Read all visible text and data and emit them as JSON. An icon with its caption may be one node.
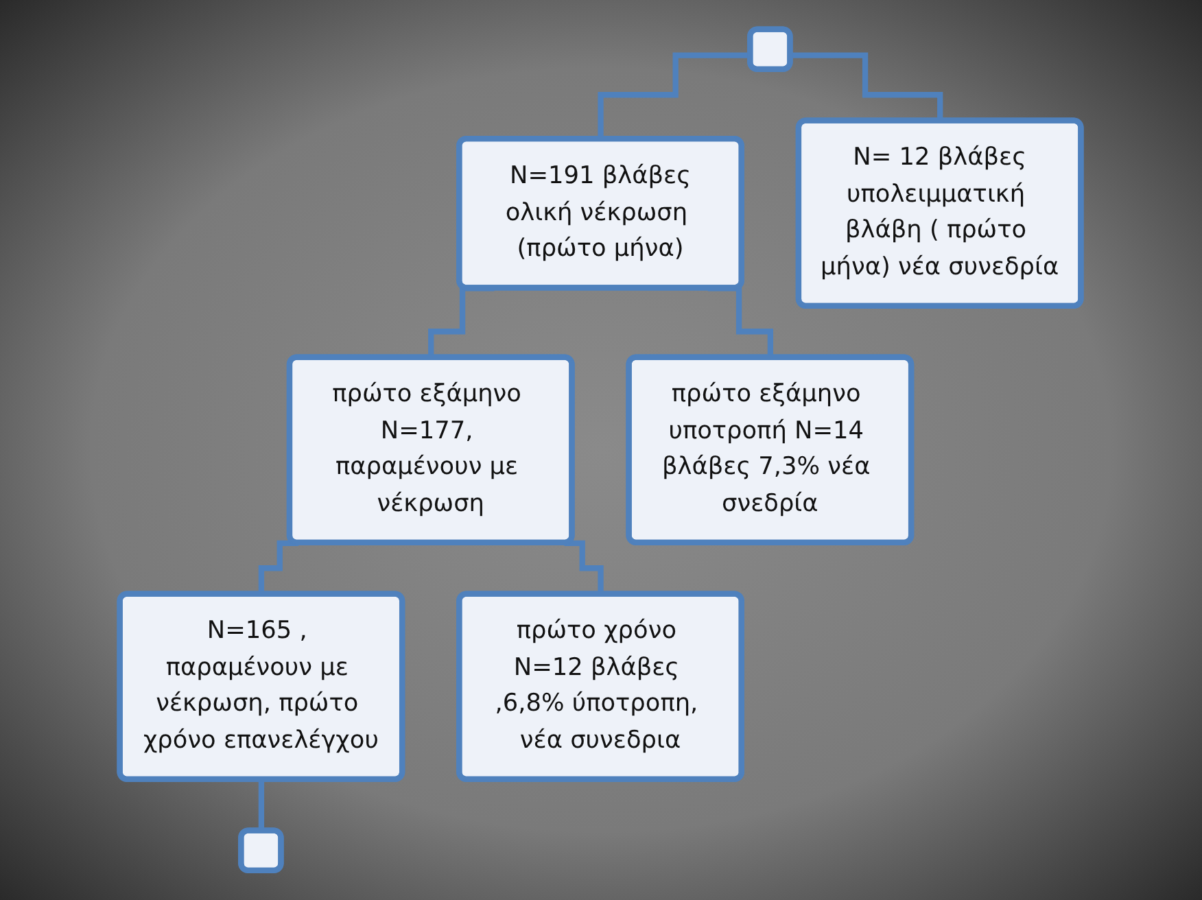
{
  "diagram": {
    "nodes": [
      {
        "text": [],
        "shape": "box"
      },
      {
        "text": [
          "N=191 βλάβες",
          "ολική νέκρωση (πρώτο μήνα)"
        ]
      },
      {
        "text": [
          "N= 12 βλάβες",
          "υπολειμματική βλάβη ( πρώτο μήνα) νέα συνεδρία"
        ]
      },
      {
        "text": [
          "πρώτο εξάμηνο N=177, παραμένουν με νέκρωση"
        ]
      },
      {
        "text": [
          "πρώτο εξάμηνο υποτροπή N=14 βλάβες 7,3% νέα σνεδρία"
        ]
      },
      {
        "text": [
          "N=165 , παραμένουν με νέκρωση, πρώτο χρόνο επανελέγχου"
        ]
      },
      {
        "text": [
          "πρώτο χρόνο N=12 βλάβες ,6,8% ύποτροπη, νέα συνεδρια"
        ]
      },
      {
        "text": [],
        "shape": "box"
      }
    ],
    "edges": [
      {
        "from": 0,
        "to": 1,
        "arrow": "none"
      },
      {
        "from": 0,
        "to": 2,
        "arrow": "none"
      },
      {
        "from": 1,
        "to": 3,
        "arrow": "none"
      },
      {
        "from": 1,
        "to": 4,
        "arrow": "none"
      },
      {
        "from": 3,
        "to": 5,
        "arrow": "none"
      },
      {
        "from": 3,
        "to": 6,
        "arrow": "none"
      },
      {
        "from": 5,
        "to": 7,
        "arrow": "none"
      }
    ]
  }
}
